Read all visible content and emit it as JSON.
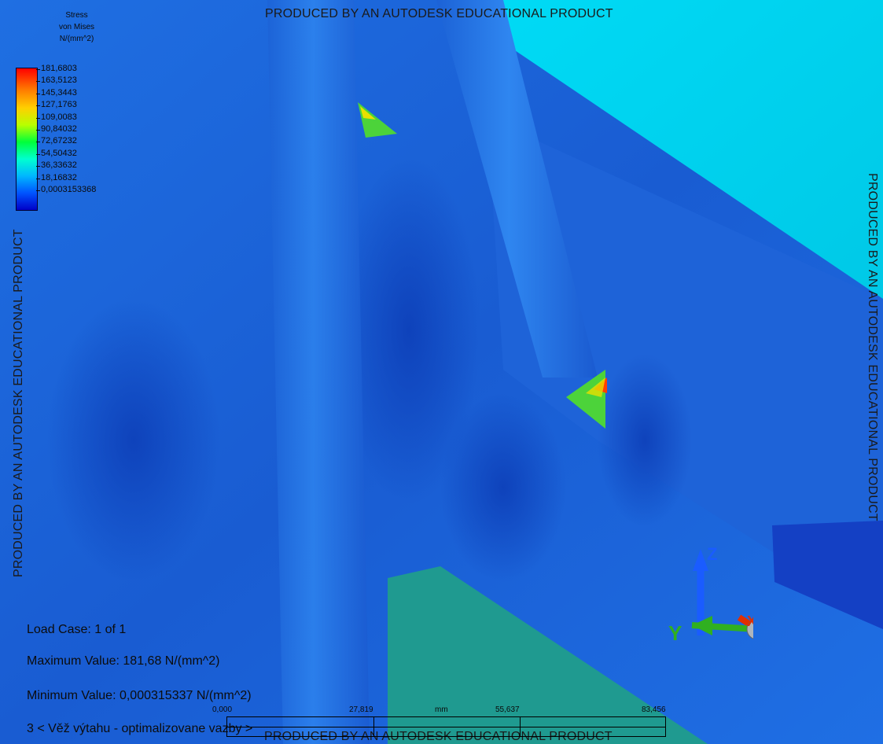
{
  "watermark": "PRODUCED BY AN AUTODESK EDUCATIONAL PRODUCT",
  "legend": {
    "title_lines": [
      "Stress",
      "von Mises",
      "N/(mm^2)"
    ],
    "values": [
      "181,6803",
      "163,5123",
      "145,3443",
      "127,1763",
      "109,0083",
      "90,84032",
      "72,67232",
      "54,50432",
      "36,33632",
      "18,16832",
      "0,0003153368"
    ]
  },
  "info": {
    "load_case": "Load Case:  1 of 1",
    "max": "Maximum Value: 181,68 N/(mm^2)",
    "min": "Minimum Value: 0,000315337 N/(mm^2)",
    "model": "3 < Věž výtahu - optimalizovane vazby >"
  },
  "scale": {
    "ticks": [
      "0,000",
      "27,819",
      "55,637",
      "83,456"
    ],
    "unit": "mm"
  },
  "triad": {
    "x": "X",
    "y": "Y",
    "z": "Z"
  },
  "colors": {
    "background_cyan": "#00f0ff",
    "body_blue": "#1d63d8",
    "floor_teal": "#1e9a8e",
    "hotspot_green": "#4cd33a",
    "hotspot_red": "#ff4000"
  }
}
